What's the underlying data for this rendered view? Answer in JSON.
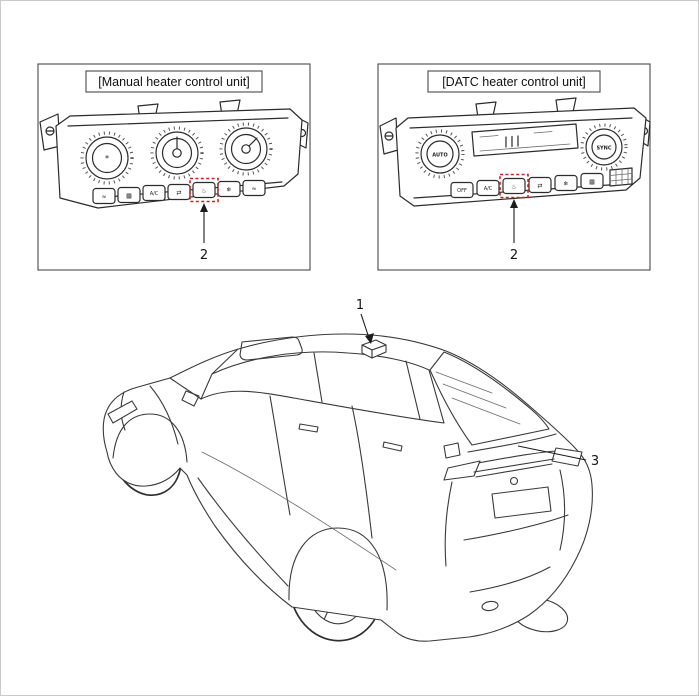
{
  "colors": {
    "highlight": "#cf2020",
    "line": "#3a3a3a",
    "panel_line": "#2b2b2b",
    "page_border": "#c9c9c9"
  },
  "panels": {
    "manual": {
      "title": "[Manual heater control unit]",
      "callout": "2",
      "fan_glyph": "*",
      "buttons": [
        {
          "name": "seat-heater-left-button",
          "label": "≈"
        },
        {
          "name": "mode-button",
          "label": "▦"
        },
        {
          "name": "ac-button",
          "label": "A/C"
        },
        {
          "name": "recirculation-button",
          "label": "⇄"
        },
        {
          "name": "rear-defroster-button",
          "label": "♨"
        },
        {
          "name": "front-defroster-button",
          "label": "❄"
        },
        {
          "name": "seat-heater-right-button",
          "label": "≈"
        }
      ]
    },
    "datc": {
      "title": "[DATC heater control unit]",
      "callout": "2",
      "knob_left_label": "AUTO",
      "knob_right_label": "SYNC",
      "buttons": [
        {
          "name": "off-button",
          "label": "OFF"
        },
        {
          "name": "ac-button",
          "label": "A/C"
        },
        {
          "name": "rear-defroster-button",
          "label": "♨"
        },
        {
          "name": "recirculation-button",
          "label": "⇄"
        },
        {
          "name": "front-defroster-button",
          "label": "❄"
        },
        {
          "name": "mode-button",
          "label": "▦"
        }
      ]
    }
  },
  "car": {
    "callouts": {
      "sensor": "1",
      "rear_defogger": "3"
    }
  }
}
